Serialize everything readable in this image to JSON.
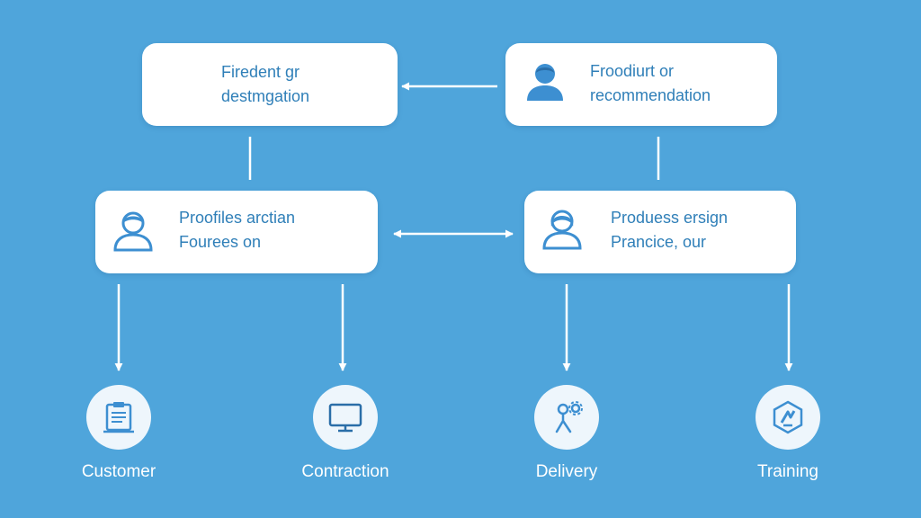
{
  "diagram": {
    "nodes": {
      "top_left": {
        "line1": "Firedent gr",
        "line2": "destmgation"
      },
      "top_right": {
        "line1": "Froodiurt or",
        "line2": "recommendation",
        "icon": "person-icon"
      },
      "mid_left": {
        "line1": "Proofiles arctian",
        "line2": "Fourees on",
        "icon": "person-icon"
      },
      "mid_right": {
        "line1": "Produess ersign",
        "line2": "Prancice, our",
        "icon": "person-icon"
      }
    },
    "endpoints": [
      {
        "label": "Customer",
        "icon": "clipboard-icon"
      },
      {
        "label": "Contraction",
        "icon": "monitor-icon"
      },
      {
        "label": "Delivery",
        "icon": "worker-gear-icon"
      },
      {
        "label": "Training",
        "icon": "hexagon-tool-icon"
      }
    ],
    "colors": {
      "background": "#4fa5db",
      "box": "#ffffff",
      "text": "#2f7fb8",
      "icon": "#3d8fd1",
      "circle": "#eef6fc"
    }
  }
}
